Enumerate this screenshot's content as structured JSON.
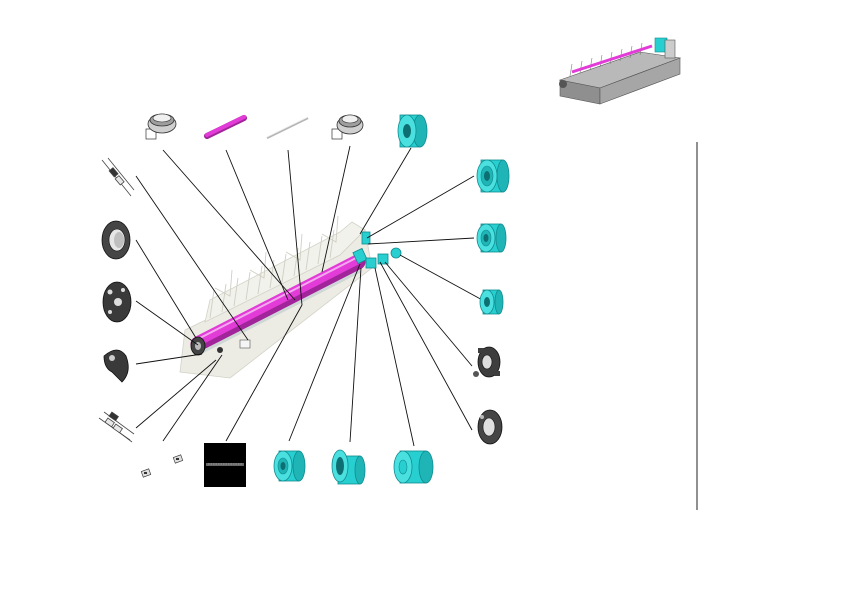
{
  "figure": {
    "inset": {
      "icon": "fuser-assembly-thumbnail-icon"
    },
    "main_assembly": {
      "icon": "fuser-unit-exploded-icon"
    },
    "colors": {
      "magenta": "#e23bd8",
      "cyan": "#27cfd0",
      "cyan_dark": "#108c90",
      "ring_dark": "#454545",
      "ghost": "#dcdcd0",
      "line": "#111111",
      "black": "#000000"
    },
    "parts": [
      {
        "id": "thermostat-top-1",
        "icon": "thermostat-icon"
      },
      {
        "id": "heater-lamp",
        "icon": "heater-lamp-icon"
      },
      {
        "id": "thin-rod",
        "icon": "rod-icon"
      },
      {
        "id": "thermostat-top-2",
        "icon": "thermostat-icon"
      },
      {
        "id": "bushing-top",
        "icon": "bushing-cyan-icon"
      },
      {
        "id": "bearing-right-1",
        "icon": "bushing-cyan-icon"
      },
      {
        "id": "bearing-right-2",
        "icon": "bushing-cyan-icon"
      },
      {
        "id": "bearing-right-3",
        "icon": "bushing-cyan-icon"
      },
      {
        "id": "gear-right",
        "icon": "gear-icon"
      },
      {
        "id": "ring-right",
        "icon": "ring-icon"
      },
      {
        "id": "bearing-bottom-1",
        "icon": "bushing-cyan-icon"
      },
      {
        "id": "bearing-bottom-2",
        "icon": "bushing-cyan-icon"
      },
      {
        "id": "bearing-bottom-3",
        "icon": "bushing-cyan-icon"
      },
      {
        "id": "black-label",
        "icon": "label-icon"
      },
      {
        "id": "screw-small",
        "icon": "screw-icon"
      },
      {
        "id": "electrode-bottom",
        "icon": "electrode-icon"
      },
      {
        "id": "cam-left",
        "icon": "cam-icon"
      },
      {
        "id": "plate-left",
        "icon": "plate-icon"
      },
      {
        "id": "ring-left",
        "icon": "ring-icon"
      },
      {
        "id": "electrode-top",
        "icon": "electrode-icon"
      }
    ]
  }
}
